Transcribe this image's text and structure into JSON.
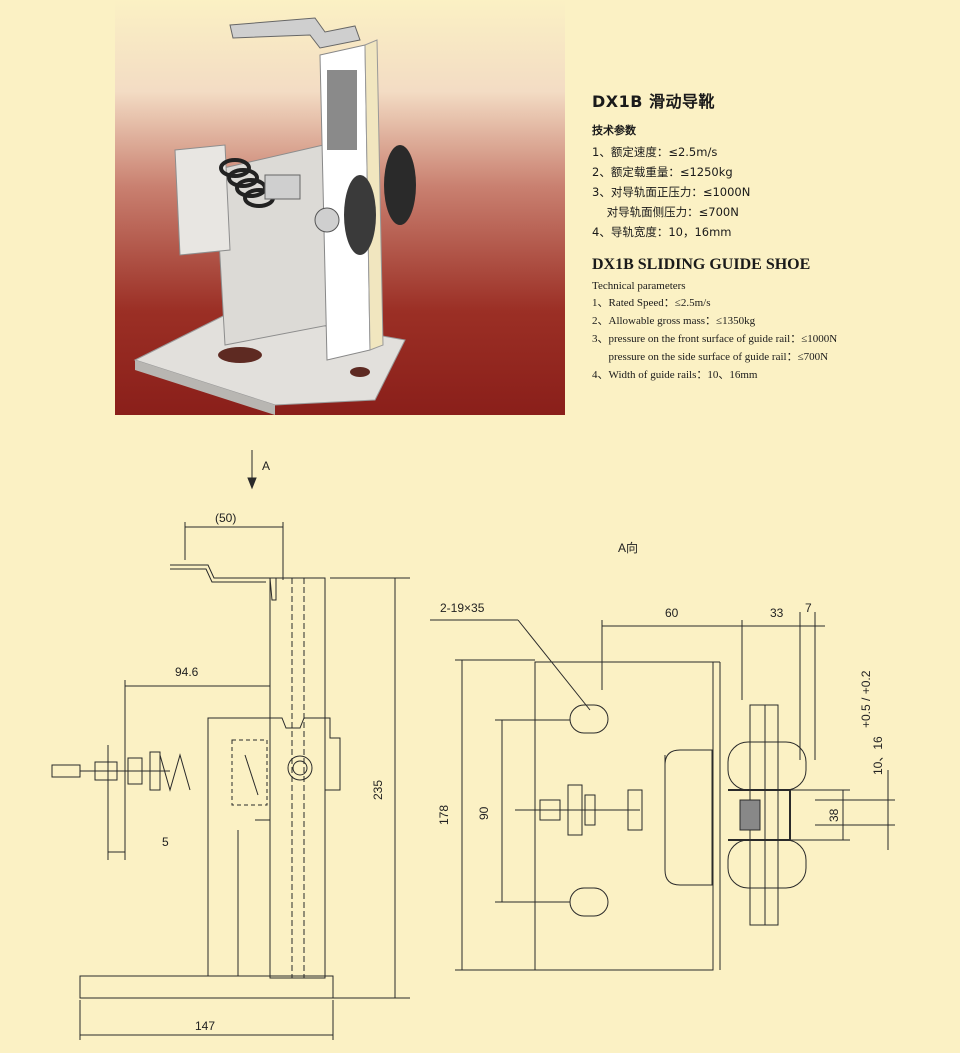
{
  "product": {
    "title_cn": "DX1B 滑动导靴",
    "params_cn_heading": "技术参数",
    "params_cn": [
      "1、额定速度：≤2.5m/s",
      "2、额定载重量：≤1250kg",
      "3、对导轨面正压力：≤1000N",
      "    对导轨面侧压力：≤700N",
      "4、导轨宽度：10，16mm"
    ],
    "title_en": "DX1B SLIDING GUIDE SHOE",
    "params_en_heading": "Technical parameters",
    "params_en": [
      "1、Rated Speed：≤2.5m/s",
      "2、Allowable gross mass：≤1350kg",
      "3、pressure on the front surface of guide rail：≤1000N",
      "      pressure on the side surface of guide rail：≤700N",
      "4、Width of guide rails：10、16mm"
    ]
  },
  "drawing_left": {
    "view_arrow_label": "A",
    "dim_top": "(50)",
    "dim_94": "94.6",
    "dim_5": "5",
    "dim_235": "235",
    "dim_147": "147"
  },
  "drawing_right": {
    "view_label": "A向",
    "hole_label": "2-19×35",
    "dim_60": "60",
    "dim_33": "33",
    "dim_7": "7",
    "dim_178": "178",
    "dim_90": "90",
    "dim_38": "38",
    "dim_rail": "10、16",
    "dim_tol": "+0.5 / +0.2"
  }
}
